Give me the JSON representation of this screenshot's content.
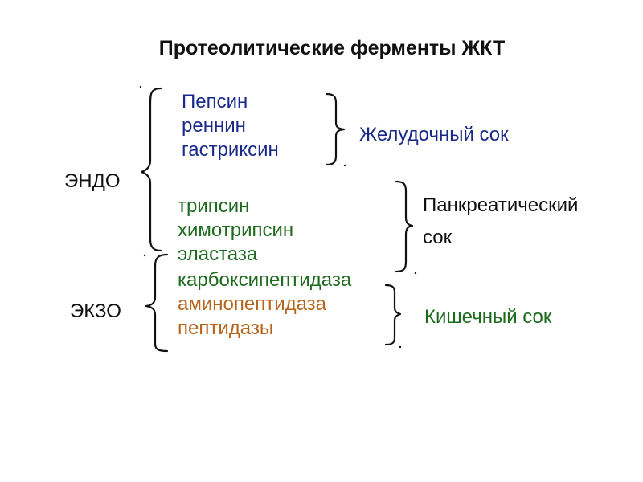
{
  "title": "Протеолитические ферменты ЖКТ",
  "groups": {
    "endo": "ЭНДО",
    "exo": "ЭКЗО"
  },
  "enzymes": [
    {
      "name": "Пепсин",
      "color": "#1a2a8a"
    },
    {
      "name": "реннин",
      "color": "#1a2a8a"
    },
    {
      "name": "гастриксин",
      "color": "#1a2a8a"
    },
    {
      "name": "трипсин",
      "color": "#1e6b1e"
    },
    {
      "name": "химотрипсин",
      "color": "#1e6b1e"
    },
    {
      "name": "эластаза",
      "color": "#1e6b1e"
    },
    {
      "name": "карбоксипептидаза",
      "color": "#1e6b1e"
    },
    {
      "name": "аминопептидаза",
      "color": "#b5651d"
    },
    {
      "name": "пептидазы",
      "color": "#b5651d"
    }
  ],
  "juices": {
    "gastric": {
      "label": "Желудочный сок",
      "color": "#1a2a8a"
    },
    "pancreatic": {
      "line1": "Панкреатический",
      "line2": "сок",
      "color": "#111111"
    },
    "intestinal": {
      "label": "Кишечный сок",
      "color": "#1e6b1e"
    }
  },
  "colors": {
    "text": "#111111",
    "brace": "#111111"
  }
}
